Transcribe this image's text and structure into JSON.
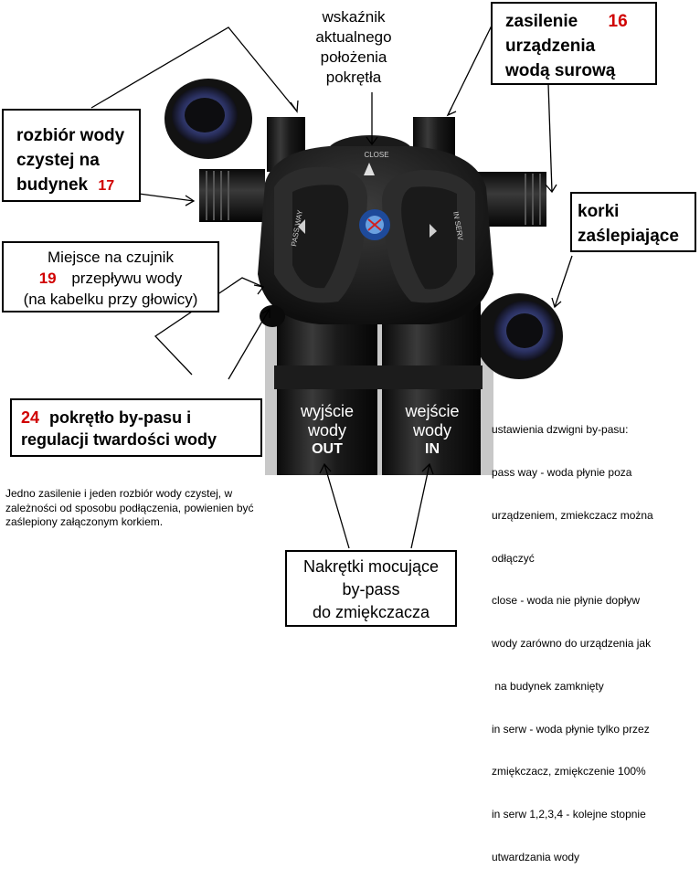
{
  "labels": {
    "indicator": [
      "wskaźnik",
      "aktualnego",
      "położenia",
      "pokrętła"
    ],
    "raw_water": {
      "lines": [
        "zasilenie",
        "urządzenia",
        "wodą surową"
      ],
      "number": "16"
    },
    "clean_water": {
      "lines": [
        "rozbiór wody",
        "czystej na",
        "budynek"
      ],
      "number": "17"
    },
    "caps": [
      "korki",
      "zaślepiające"
    ],
    "sensor": {
      "line1": "Miejsce na czujnik",
      "number": "19",
      "line2": "przepływu wody",
      "line3": "(na kabelku przy głowicy)"
    },
    "bypass_knob": {
      "number": "24",
      "line1": "pokrętło by-pasu i",
      "line2": "regulacji twardości wody"
    },
    "nuts": [
      "Nakrętki mocujące",
      "by-pass",
      "do zmiękczacza"
    ],
    "outlet": {
      "lines": [
        "wyjście",
        "wody"
      ],
      "code": "OUT"
    },
    "inlet": {
      "lines": [
        "wejście",
        "wody"
      ],
      "code": "IN"
    },
    "note_left": [
      "Jedno zasilenie i jeden rozbiór wody czystej, w",
      "zależności od sposobu podłączenia, powienien być",
      "zaślepiony załączonym korkiem."
    ],
    "note_right": [
      "ustawienia dzwigni by-pasu:",
      "pass way - woda płynie poza",
      "urządzeniem, zmiekczacz można",
      "odłączyć",
      "close - woda nie płynie dopływ",
      "wody zarówno do urządzenia jak",
      " na budynek zamknięty",
      "in serw - woda płynie tylko przez",
      "zmiękczacz, zmiękczenie 100%",
      "in serw 1,2,3,4 - kolejne stopnie",
      "utwardzania wody"
    ]
  },
  "valve_markings": {
    "close": "CLOSE",
    "pass_way": "PASS WAY",
    "in_serv": "IN SERV"
  }
}
